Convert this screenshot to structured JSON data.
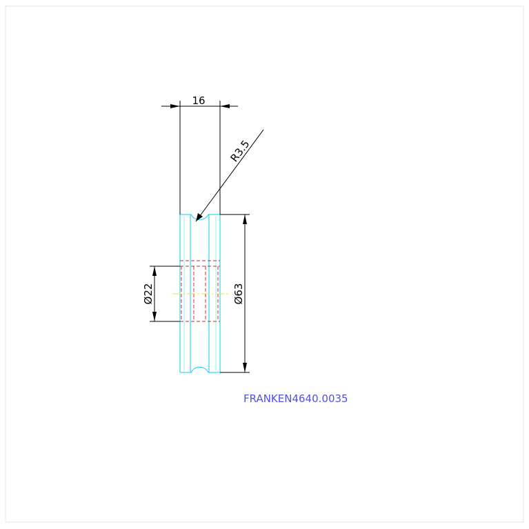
{
  "drawing": {
    "part_number": "FRANKEN4640.0035",
    "dimensions": {
      "width": "16",
      "groove_radius": "R3.5",
      "outer_diameter": "Ø63",
      "bore_diameter": "Ø22"
    }
  },
  "colors": {
    "background": "#ffffff",
    "frame": "#e6e6e6",
    "outline": "#00d2e6",
    "hidden_lines": "#e0202a",
    "centerline": "#e6e64a",
    "dimension": "#000000",
    "label": "#5050e6"
  }
}
